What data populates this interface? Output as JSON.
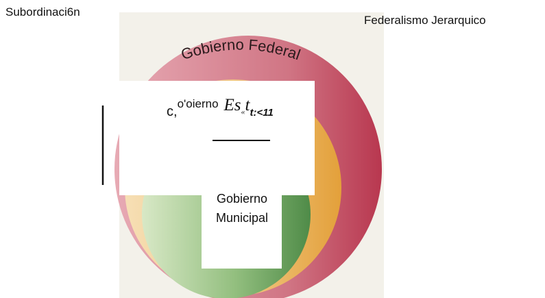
{
  "labels": {
    "subordinacion": "Subordinaci6n",
    "federalismo": "Federalismo Jerarquico"
  },
  "rings": {
    "federal": {
      "label": "Gobierno Federal",
      "color": "#c54f68"
    },
    "estatal": {
      "label_c": "c,",
      "label_o": "o'oierno",
      "label_es": "Es",
      "label_q": "«",
      "label_t": "t",
      "label_sub": "t:<11",
      "color": "#e9a84c"
    },
    "municipal": {
      "line1": "Gobierno",
      "line2": "Municipal",
      "color": "#5a9a52"
    }
  },
  "colors": {
    "federal_light": "#e7aab4",
    "estatal_light": "#f3d7a6",
    "municipal_light": "#cfe3bd"
  }
}
